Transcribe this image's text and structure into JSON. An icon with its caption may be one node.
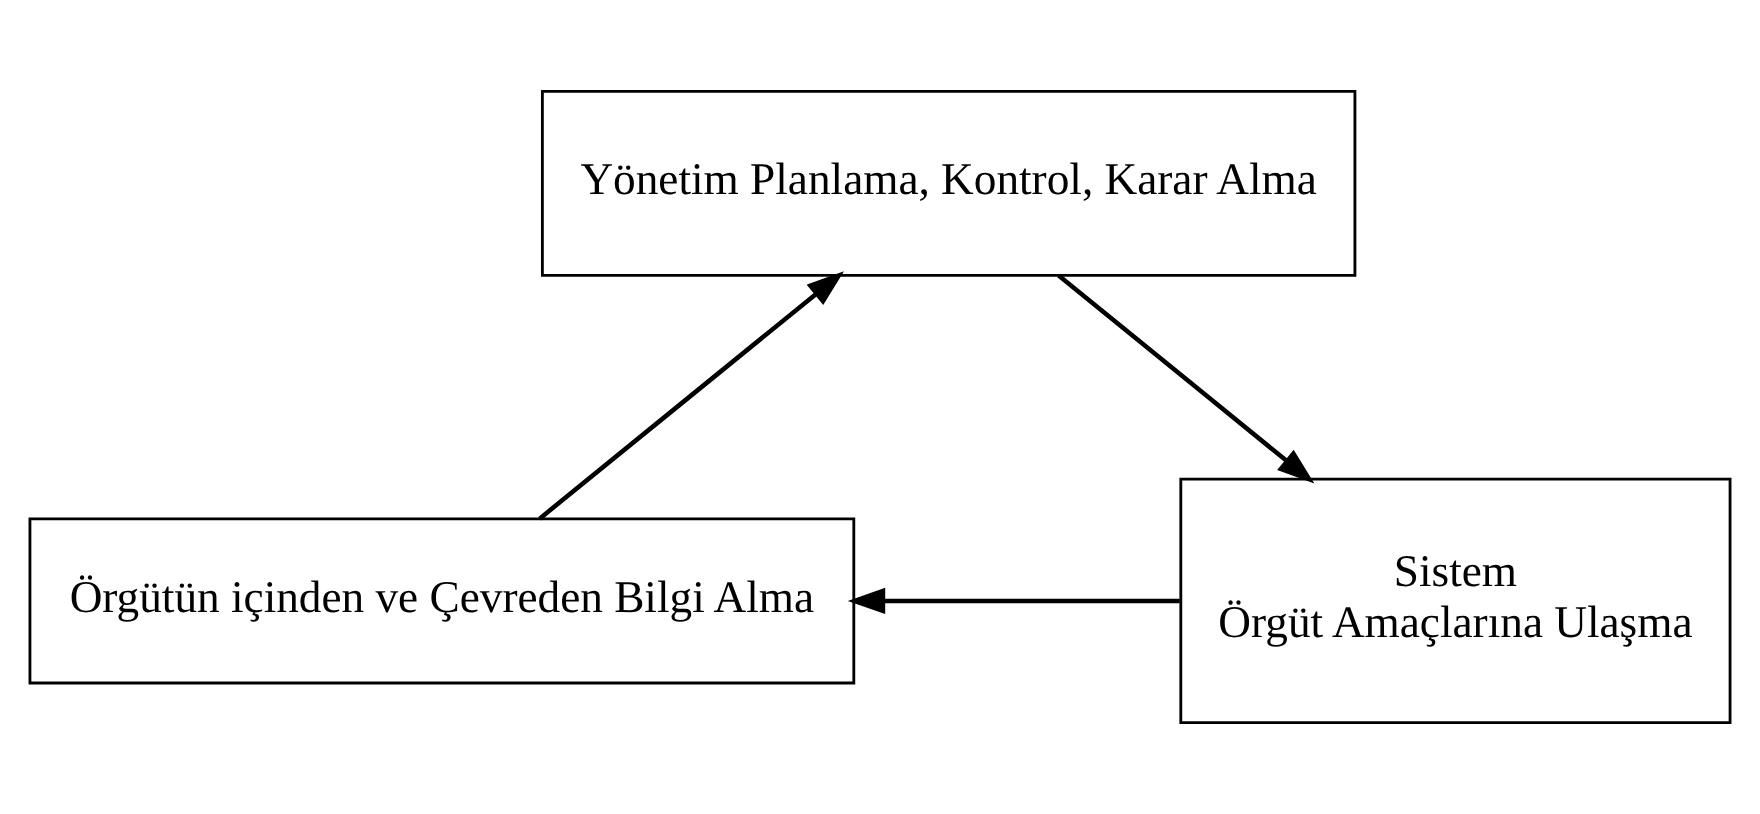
{
  "diagram": {
    "nodes": [
      {
        "text": [
          "Yönetim Planlama, Kontrol, Karar Alma"
        ]
      },
      {
        "text": [
          "Sistem",
          "Örgüt Amaçlarına Ulaşma"
        ]
      },
      {
        "text": [
          "Örgütün içinden ve Çevreden Bilgi Alma"
        ]
      }
    ],
    "edges": [
      {
        "from": 0,
        "to": 1,
        "arrow": "to"
      },
      {
        "from": 1,
        "to": 2,
        "arrow": "to"
      },
      {
        "from": 2,
        "to": 0,
        "arrow": "to"
      }
    ]
  }
}
